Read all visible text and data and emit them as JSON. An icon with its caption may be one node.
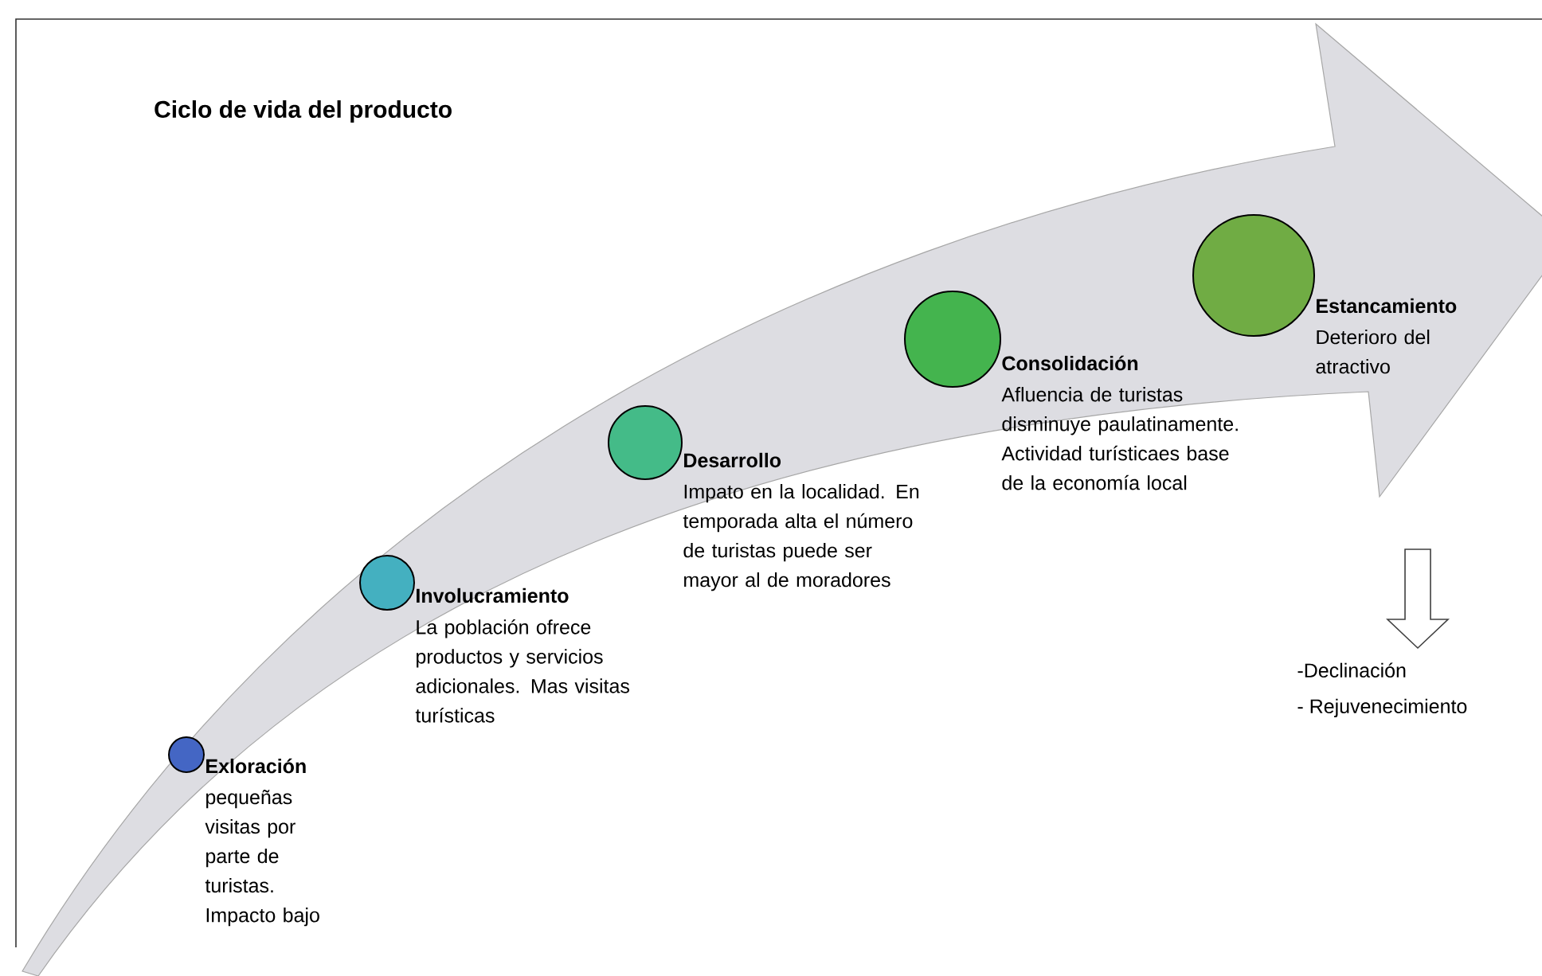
{
  "diagram": {
    "title": "Ciclo de vida del producto",
    "nodes": [
      {
        "text": [],
        "shape": "circle",
        "beside": [
          "Exloración",
          "pequeñas visitas por parte de turistas.",
          "Impacto bajo"
        ]
      },
      {
        "text": [],
        "shape": "circle",
        "beside": [
          "Involucramiento",
          "La población ofrece productos y servicios adicionales. Mas visitas turísticas"
        ]
      },
      {
        "text": [],
        "shape": "circle",
        "beside": [
          "Desarrollo",
          "Impato en la localidad. En temporada alta el número de turistas puede ser mayor al de moradores"
        ]
      },
      {
        "text": [],
        "shape": "circle",
        "beside": [
          "Consolidación",
          "Afluencia de turistas disminuye paulatinamente. Actividad turísticaes base de la economía local"
        ]
      },
      {
        "text": [],
        "shape": "circle",
        "beside": [
          "Estancamiento",
          "Deterioro del atractivo"
        ]
      },
      {
        "text": [
          "-Declinación",
          "- Rejuvenecimiento"
        ]
      }
    ],
    "edges": [
      {
        "from": null,
        "to": 5,
        "arrow": "to"
      }
    ]
  }
}
